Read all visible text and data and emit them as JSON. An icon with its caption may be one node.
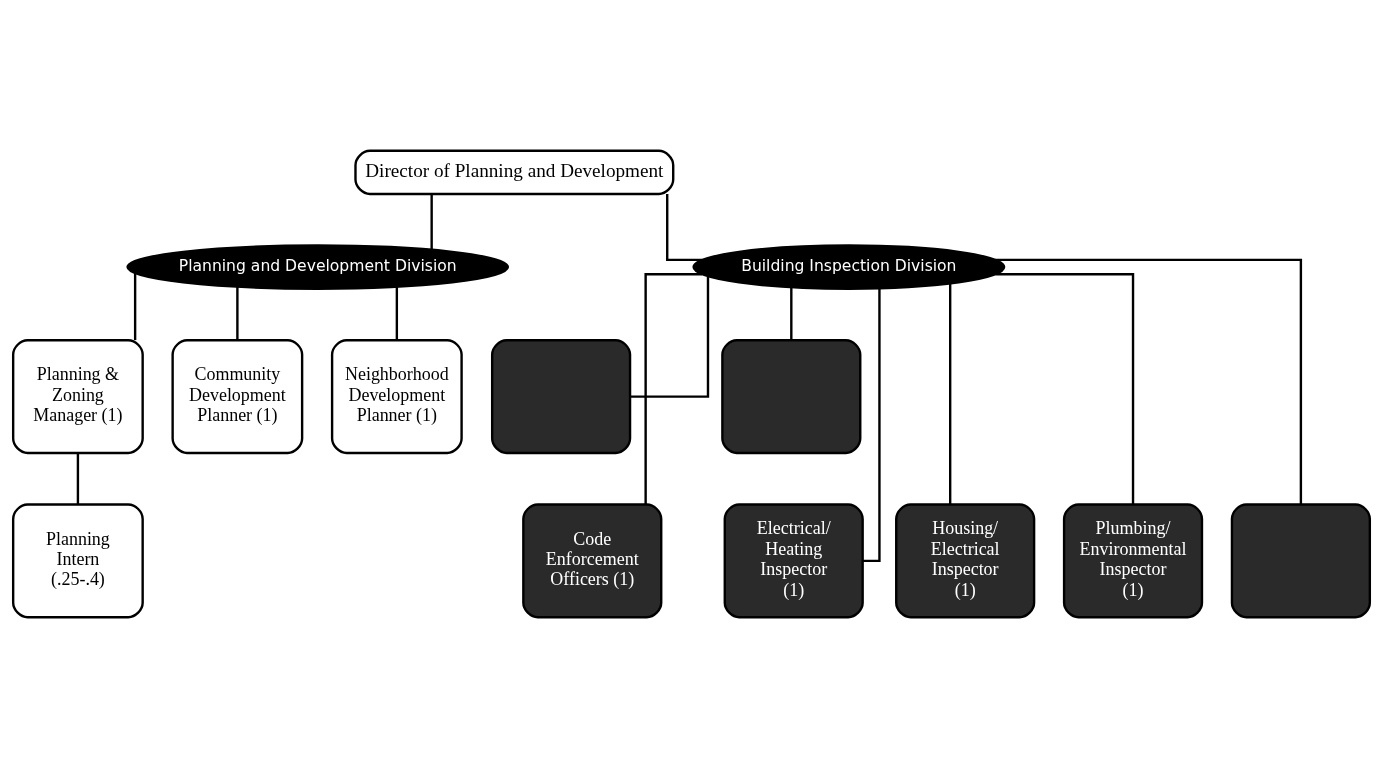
{
  "diagram": {
    "nodes": [
      {
        "text": [
          "Director of Planning and Development"
        ]
      },
      {
        "text": [
          "Planning and Development Division"
        ]
      },
      {
        "text": [
          "Building Inspection Division"
        ]
      },
      {
        "text": [
          "Planning & Zoning Manager (1)"
        ]
      },
      {
        "text": [
          "Community Development Planner (1)"
        ]
      },
      {
        "text": [
          "Neighborhood Development Planner (1)"
        ]
      },
      {
        "text": [],
        "shape": "box"
      },
      {
        "text": [],
        "shape": "box"
      },
      {
        "text": [
          "Planning Intern (.25-.4)"
        ]
      },
      {
        "text": [
          "Code Enforcement Officers (1)"
        ]
      },
      {
        "text": [
          "Housing/ Electrical Inspector (1)"
        ]
      },
      {
        "text": [
          "Plumbing/ Environmental Inspector (1)"
        ]
      },
      {
        "text": [],
        "shape": "box"
      },
      {
        "text": [
          "Electrical/ Heating Inspector (1)"
        ]
      }
    ],
    "edges": [
      {
        "from": 0,
        "to": 1,
        "arrow": "none"
      },
      {
        "from": 0,
        "to": 2,
        "arrow": "none"
      },
      {
        "from": 1,
        "to": 3,
        "arrow": "none"
      },
      {
        "from": 1,
        "to": 4,
        "arrow": "none"
      },
      {
        "from": 1,
        "to": 5,
        "arrow": "none"
      },
      {
        "from": 2,
        "to": 6,
        "arrow": "none"
      },
      {
        "from": 2,
        "to": 7,
        "arrow": "none"
      },
      {
        "from": 3,
        "to": 8,
        "arrow": "none"
      },
      {
        "from": 2,
        "to": 9,
        "arrow": "none"
      },
      {
        "from": 2,
        "to": 10,
        "arrow": "none"
      },
      {
        "from": 2,
        "to": 11,
        "arrow": "none"
      },
      {
        "from": 2,
        "to": 12,
        "arrow": "none"
      },
      {
        "from": 2,
        "to": 13,
        "arrow": "none"
      }
    ]
  }
}
